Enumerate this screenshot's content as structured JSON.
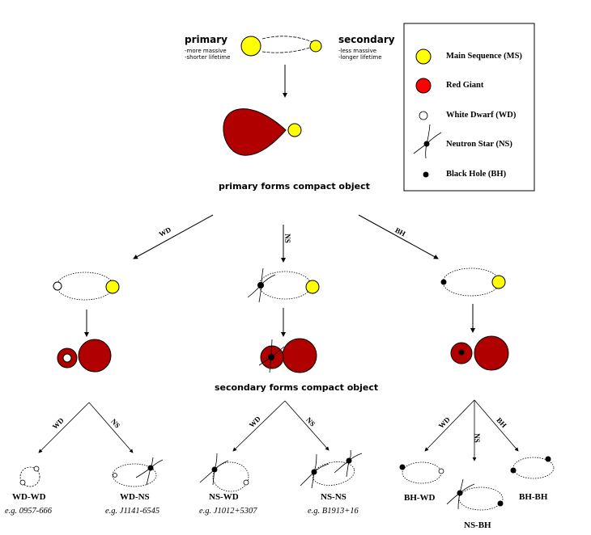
{
  "top": {
    "primary_title": "primary",
    "primary_notes": [
      "-more massive",
      "-shorter lifetime"
    ],
    "secondary_title": "secondary",
    "secondary_notes": [
      "-less massive",
      "-longer lifetime"
    ],
    "stage1_caption": "primary forms compact object",
    "stage2_caption": "secondary forms compact object"
  },
  "legend": {
    "items": [
      {
        "label": "Main Sequence (MS)",
        "icon": "main-sequence-star-icon"
      },
      {
        "label": "Red Giant",
        "icon": "red-giant-icon"
      },
      {
        "label": "White Dwarf (WD)",
        "icon": "white-dwarf-icon"
      },
      {
        "label": "Neutron Star (NS)",
        "icon": "neutron-star-icon"
      },
      {
        "label": "Black Hole (BH)",
        "icon": "black-hole-icon"
      }
    ]
  },
  "branches_first": [
    "WD",
    "NS",
    "BH"
  ],
  "branches_second": {
    "wd": [
      "WD",
      "NS"
    ],
    "ns": [
      "WD",
      "NS"
    ],
    "bh": [
      "WD",
      "NS",
      "BH"
    ]
  },
  "outcomes": [
    {
      "name": "WD-WD",
      "example": "e.g. 0957-666"
    },
    {
      "name": "WD-NS",
      "example": "e.g. J1141-6545"
    },
    {
      "name": "NS-WD",
      "example": "e.g. J1012+5307"
    },
    {
      "name": "NS-NS",
      "example": "e.g. B1913+16"
    },
    {
      "name": "BH-WD",
      "example": ""
    },
    {
      "name": "NS-BH",
      "example": ""
    },
    {
      "name": "BH-BH",
      "example": ""
    }
  ],
  "colors": {
    "main_sequence": "#ffff00",
    "red_giant_legend": "#ff0000",
    "red_giant_diagram": "#b00000",
    "white_dwarf": "#ffffff",
    "compact": "#000000"
  }
}
